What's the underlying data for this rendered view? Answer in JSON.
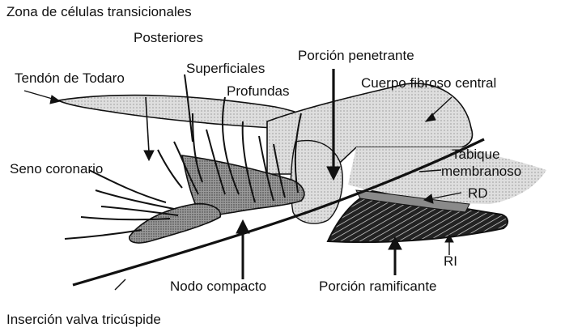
{
  "labels": {
    "zona": "Zona de células transicionales",
    "posteriores": "Posteriores",
    "superficiales": "Superficiales",
    "profundas": "Profundas",
    "porcion_penetrante": "Porción penetrante",
    "tendon": "Tendón de Todaro",
    "cuerpo_fibroso": "Cuerpo fibroso central",
    "seno": "Seno coronario",
    "tabique_1": "Tabique",
    "tabique_2": "membranoso",
    "rd": "RD",
    "ri": "RI",
    "nodo": "Nodo compacto",
    "porcion_ramificante": "Porción ramificante",
    "insercion": "Inserción valva tricúspide"
  }
}
